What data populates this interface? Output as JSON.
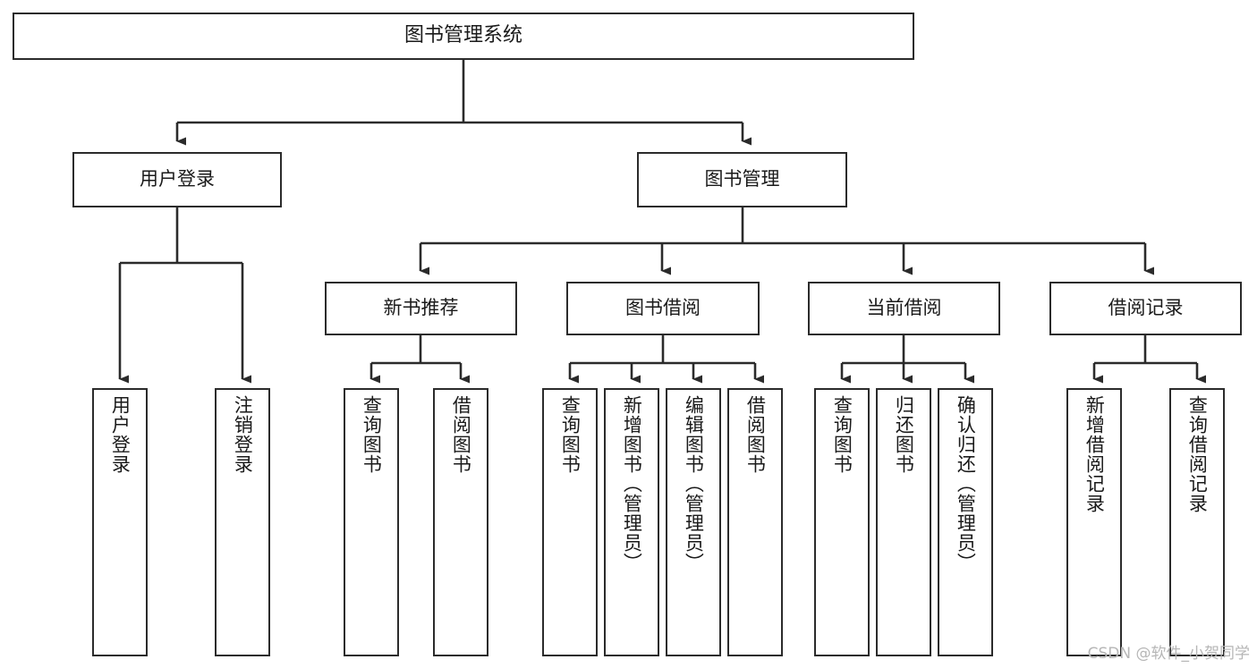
{
  "diagram": {
    "title": "图书管理系统",
    "watermark": "CSDN @软件_小贺同学",
    "colors": {
      "stroke": "#2b2b2b",
      "fill": "#ffffff",
      "text": "#1a1a1a",
      "watermark": "#b6b6b6"
    },
    "nodes": {
      "root": {
        "label": "图书管理系统"
      },
      "level2": [
        {
          "label": "用户登录"
        },
        {
          "label": "图书管理"
        }
      ],
      "level3": [
        {
          "label": "新书推荐"
        },
        {
          "label": "图书借阅"
        },
        {
          "label": "当前借阅"
        },
        {
          "label": "借阅记录"
        }
      ],
      "leaves_user_login": [
        {
          "label": "用户登录"
        },
        {
          "label": "注销登录"
        }
      ],
      "leaves_new_books": [
        {
          "label": "查询图书"
        },
        {
          "label": "借阅图书"
        }
      ],
      "leaves_borrow": [
        {
          "label": "查询图书"
        },
        {
          "label": "新增图书（管理员）"
        },
        {
          "label": "编辑图书（管理员）"
        },
        {
          "label": "借阅图书"
        }
      ],
      "leaves_current": [
        {
          "label": "查询图书"
        },
        {
          "label": "归还图书"
        },
        {
          "label": "确认归还（管理员）"
        }
      ],
      "leaves_records": [
        {
          "label": "新增借阅记录"
        },
        {
          "label": "查询借阅记录"
        }
      ]
    }
  }
}
